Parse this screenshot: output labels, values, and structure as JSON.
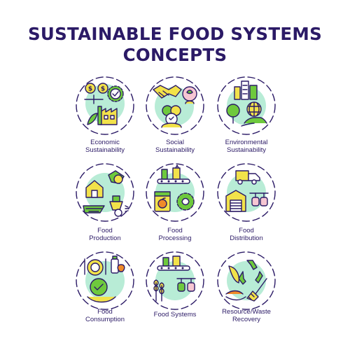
{
  "title": "SUSTAINABLE FOOD\nSYSTEMS CONCEPTS",
  "colors": {
    "outline": "#2b1a66",
    "mint": "#b8ecd6",
    "green": "#6ec93d",
    "yellow": "#f2e24a",
    "orange": "#f08a2a",
    "pink": "#f6c6d2"
  },
  "concepts": [
    {
      "label": "Economic\nSustainability",
      "icon": "money-gear-factory-icon"
    },
    {
      "label": "Social\nSustainability",
      "icon": "handshake-people-icon"
    },
    {
      "label": "Environmental\nSustainability",
      "icon": "city-globe-tree-icon"
    },
    {
      "label": "Food\nProduction",
      "icon": "barn-tractor-field-icon"
    },
    {
      "label": "Food\nProcessing",
      "icon": "conveyor-jar-gear-icon"
    },
    {
      "label": "Food\nDistribution",
      "icon": "truck-warehouse-icon"
    },
    {
      "label": "Food\nConsumption",
      "icon": "plate-bottle-apple-icon"
    },
    {
      "label": "Food Systems",
      "icon": "conveyor-wheat-scale-icon"
    },
    {
      "label": "Resource/Waste\nRecovery",
      "icon": "recycle-peel-broom-icon"
    }
  ]
}
